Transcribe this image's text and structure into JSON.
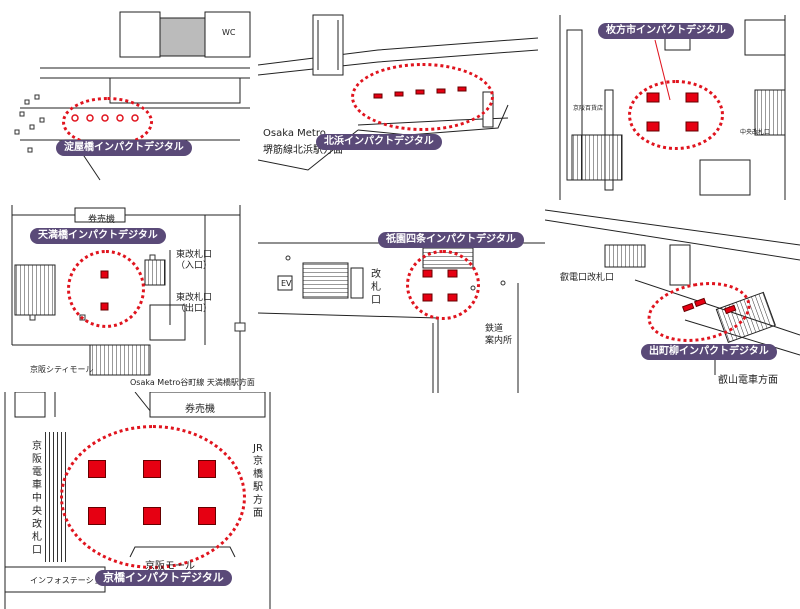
{
  "colors": {
    "accent_red": "#e0141e",
    "label_bg": "#5a4a78",
    "screen_red": "#e60012"
  },
  "panels": {
    "yodoyabashi": {
      "label": "淀屋橋インパクトデジタル",
      "wc": "WC"
    },
    "kitahama": {
      "label": "北浜インパクトデジタル",
      "line1": "Osaka Metro",
      "line2": "堺筋線北浜駅方面"
    },
    "hirakatashi": {
      "label": "枚方市インパクトデジタル",
      "t1": "京阪百貨店",
      "t2": "中央改札口"
    },
    "tenmabashi": {
      "label": "天満橋インパクトデジタル",
      "ticket": "券売機",
      "east_in": "東改札口",
      "east_in_sub": "（入口）",
      "east_out": "東改札口",
      "east_out_sub": "（出口）",
      "mall": "京阪シティモール",
      "metro": "Osaka Metro谷町線 天満橋駅方面"
    },
    "gionshijo": {
      "label": "祇園四条インパクトデジタル",
      "ev": "EV",
      "gate": "改札口",
      "guide1": "鉄道",
      "guide2": "案内所"
    },
    "demachiyanagi": {
      "label": "出町柳インパクトデジタル",
      "eiden_gate": "叡電口改札口",
      "eiden_dir": "叡山電車方面"
    },
    "kyobashi": {
      "label": "京橋インパクトデジタル",
      "ticket": "券売機",
      "left_vertical": "京阪電車中央改札口",
      "right_vertical": "JR京橋駅方面",
      "mall": "京阪モール",
      "info": "インフォステーション"
    }
  }
}
